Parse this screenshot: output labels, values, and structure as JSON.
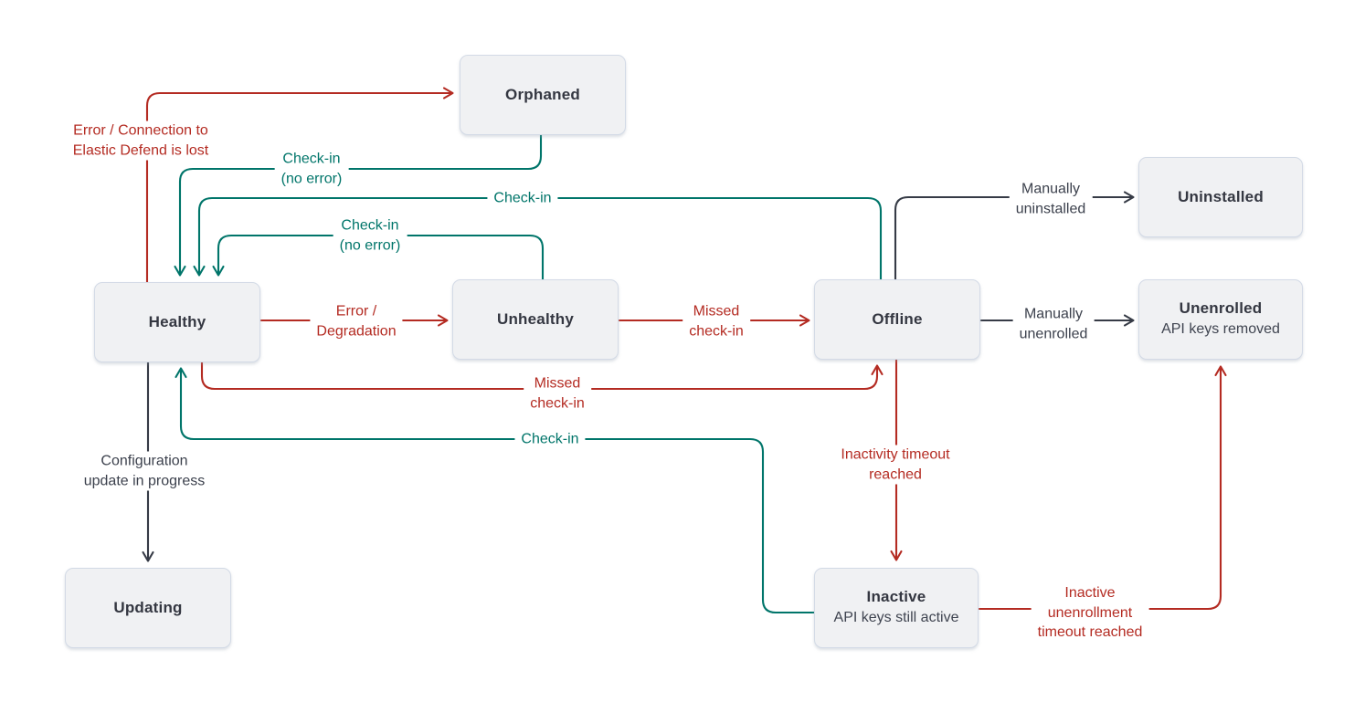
{
  "diagram": {
    "name": "agent-status-state-diagram",
    "nodes": [
      {
        "id": "orphaned",
        "title": "Orphaned"
      },
      {
        "id": "uninstalled",
        "title": "Uninstalled"
      },
      {
        "id": "healthy",
        "title": "Healthy"
      },
      {
        "id": "unhealthy",
        "title": "Unhealthy"
      },
      {
        "id": "offline",
        "title": "Offline"
      },
      {
        "id": "unenrolled",
        "title": "Unenrolled",
        "subtitle": "API keys removed"
      },
      {
        "id": "updating",
        "title": "Updating"
      },
      {
        "id": "inactive",
        "title": "Inactive",
        "subtitle": "API keys still active"
      }
    ],
    "edges": [
      {
        "from": "healthy",
        "to": "orphaned",
        "color": "red",
        "label": "Error / Connection to\nElastic Defend is lost"
      },
      {
        "from": "orphaned",
        "to": "healthy",
        "color": "teal",
        "label": "Check-in\n(no error)"
      },
      {
        "from": "offline",
        "to": "healthy",
        "color": "teal",
        "label": "Check-in"
      },
      {
        "from": "unhealthy",
        "to": "healthy",
        "color": "teal",
        "label": "Check-in\n(no error)"
      },
      {
        "from": "healthy",
        "to": "unhealthy",
        "color": "red",
        "label": "Error /\nDegradation"
      },
      {
        "from": "unhealthy",
        "to": "offline",
        "color": "red",
        "label": "Missed\ncheck-in"
      },
      {
        "from": "offline",
        "to": "uninstalled",
        "color": "dark",
        "label": "Manually\nuninstalled"
      },
      {
        "from": "offline",
        "to": "unenrolled",
        "color": "dark",
        "label": "Manually\nunenrolled"
      },
      {
        "from": "healthy",
        "to": "offline",
        "color": "red",
        "label": "Missed\ncheck-in"
      },
      {
        "from": "inactive",
        "to": "healthy",
        "color": "teal",
        "label": "Check-in"
      },
      {
        "from": "healthy",
        "to": "updating",
        "color": "dark",
        "label": "Configuration\nupdate in progress"
      },
      {
        "from": "offline",
        "to": "inactive",
        "color": "red",
        "label": "Inactivity timeout\nreached"
      },
      {
        "from": "inactive",
        "to": "unenrolled",
        "color": "red",
        "label": "Inactive\nunenrollment\ntimeout reached"
      }
    ],
    "colors": {
      "error_red": "#b42b22",
      "checkin_teal": "#00756a",
      "neutral_dark": "#363b46",
      "node_fill": "#f0f1f3",
      "node_border": "#d3dae6",
      "node_text": "#343741",
      "background": "#ffffff"
    }
  }
}
